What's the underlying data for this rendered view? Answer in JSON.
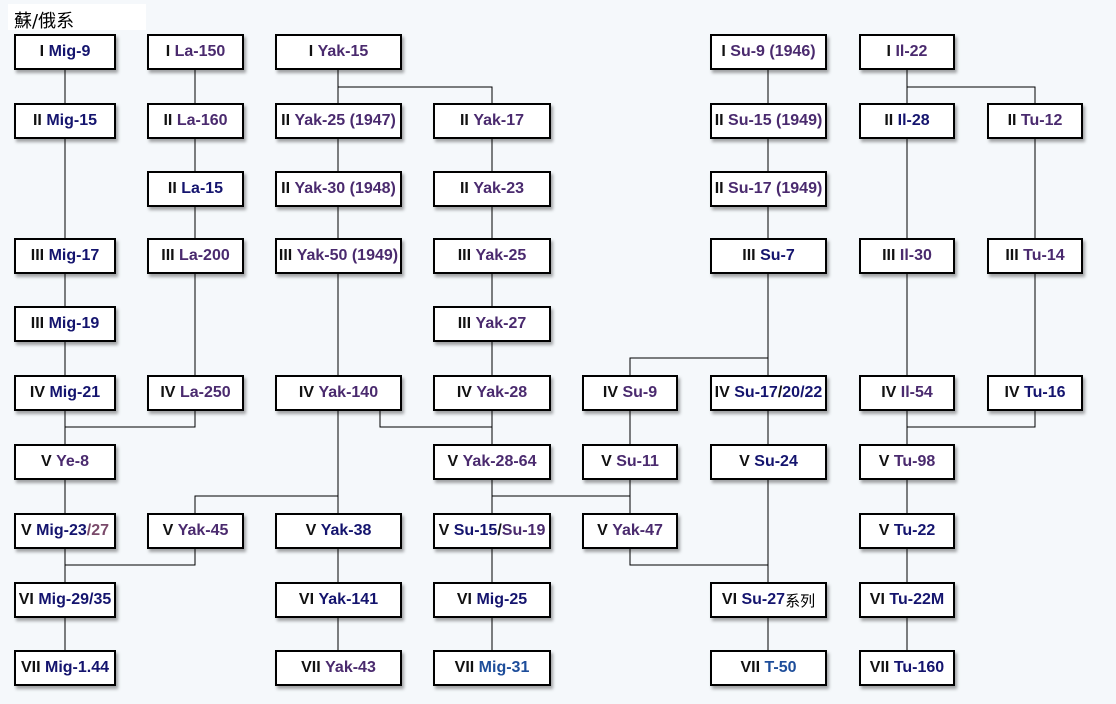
{
  "title": "蘇/俄系",
  "nodes": [
    {
      "id": "mig9",
      "gen": "I",
      "parts": [
        {
          "t": "Mig-9",
          "c": "navy"
        }
      ]
    },
    {
      "id": "la150",
      "gen": "I",
      "parts": [
        {
          "t": "La-150",
          "c": "purple"
        }
      ]
    },
    {
      "id": "yak15",
      "gen": "I",
      "parts": [
        {
          "t": "Yak-15",
          "c": "purple"
        }
      ]
    },
    {
      "id": "su9_46",
      "gen": "I",
      "parts": [
        {
          "t": "Su-9 (1946)",
          "c": "purple"
        }
      ]
    },
    {
      "id": "il22",
      "gen": "I",
      "parts": [
        {
          "t": "Il-22",
          "c": "purple"
        }
      ]
    },
    {
      "id": "mig15",
      "gen": "II",
      "parts": [
        {
          "t": "Mig-15",
          "c": "navy"
        }
      ]
    },
    {
      "id": "la160",
      "gen": "II",
      "parts": [
        {
          "t": "La-160",
          "c": "purple"
        }
      ]
    },
    {
      "id": "yak25_47",
      "gen": "II",
      "parts": [
        {
          "t": "Yak-25 (1947)",
          "c": "purple"
        }
      ]
    },
    {
      "id": "yak17",
      "gen": "II",
      "parts": [
        {
          "t": "Yak-17",
          "c": "purple"
        }
      ]
    },
    {
      "id": "su15_49",
      "gen": "II",
      "parts": [
        {
          "t": "Su-15 (1949)",
          "c": "purple"
        }
      ]
    },
    {
      "id": "il28",
      "gen": "II",
      "parts": [
        {
          "t": "Il-28",
          "c": "navy"
        }
      ]
    },
    {
      "id": "tu12",
      "gen": "II",
      "parts": [
        {
          "t": "Tu-12",
          "c": "purple"
        }
      ]
    },
    {
      "id": "la15",
      "gen": "II",
      "parts": [
        {
          "t": "La-15",
          "c": "navy"
        }
      ]
    },
    {
      "id": "yak30_48",
      "gen": "II",
      "parts": [
        {
          "t": "Yak-30 (1948)",
          "c": "purple"
        }
      ]
    },
    {
      "id": "yak23",
      "gen": "II",
      "parts": [
        {
          "t": "Yak-23",
          "c": "purple"
        }
      ]
    },
    {
      "id": "su17_49",
      "gen": "II",
      "parts": [
        {
          "t": "Su-17 (1949)",
          "c": "purple"
        }
      ]
    },
    {
      "id": "mig17",
      "gen": "III",
      "parts": [
        {
          "t": "Mig-17",
          "c": "navy"
        }
      ]
    },
    {
      "id": "la200",
      "gen": "III",
      "parts": [
        {
          "t": "La-200",
          "c": "purple"
        }
      ]
    },
    {
      "id": "yak50_49",
      "gen": "III",
      "parts": [
        {
          "t": "Yak-50 (1949)",
          "c": "purple"
        }
      ]
    },
    {
      "id": "yak25",
      "gen": "III",
      "parts": [
        {
          "t": "Yak-25",
          "c": "purple"
        }
      ]
    },
    {
      "id": "su7",
      "gen": "III",
      "parts": [
        {
          "t": "Su-7",
          "c": "navy"
        }
      ]
    },
    {
      "id": "il30",
      "gen": "III",
      "parts": [
        {
          "t": "Il-30",
          "c": "purple"
        }
      ]
    },
    {
      "id": "tu14",
      "gen": "III",
      "parts": [
        {
          "t": "Tu-14",
          "c": "purple"
        }
      ]
    },
    {
      "id": "mig19",
      "gen": "III",
      "parts": [
        {
          "t": "Mig-19",
          "c": "navy"
        }
      ]
    },
    {
      "id": "yak27",
      "gen": "III",
      "parts": [
        {
          "t": "Yak-27",
          "c": "purple"
        }
      ]
    },
    {
      "id": "mig21",
      "gen": "IV",
      "parts": [
        {
          "t": "Mig-21",
          "c": "navy"
        }
      ]
    },
    {
      "id": "la250",
      "gen": "IV",
      "parts": [
        {
          "t": "La-250",
          "c": "purple"
        }
      ]
    },
    {
      "id": "yak140",
      "gen": "IV",
      "parts": [
        {
          "t": "Yak-140",
          "c": "purple"
        }
      ]
    },
    {
      "id": "yak28",
      "gen": "IV",
      "parts": [
        {
          "t": "Yak-28",
          "c": "purple"
        }
      ]
    },
    {
      "id": "su9",
      "gen": "IV",
      "parts": [
        {
          "t": "Su-9",
          "c": "purple"
        }
      ]
    },
    {
      "id": "su17",
      "gen": "IV",
      "parts": [
        {
          "t": "Su-17",
          "c": "navy"
        },
        {
          "t": "/",
          "c": "sep"
        },
        {
          "t": "20/22",
          "c": "navy"
        }
      ]
    },
    {
      "id": "il54",
      "gen": "IV",
      "parts": [
        {
          "t": "Il-54",
          "c": "purple"
        }
      ]
    },
    {
      "id": "tu16",
      "gen": "IV",
      "parts": [
        {
          "t": "Tu-16",
          "c": "navy"
        }
      ]
    },
    {
      "id": "ye8",
      "gen": "V",
      "parts": [
        {
          "t": "Ye-8",
          "c": "purple"
        }
      ]
    },
    {
      "id": "yak2864",
      "gen": "V",
      "parts": [
        {
          "t": "Yak-28-64",
          "c": "purple"
        }
      ]
    },
    {
      "id": "su11",
      "gen": "V",
      "parts": [
        {
          "t": "Su-11",
          "c": "purple"
        }
      ]
    },
    {
      "id": "su24",
      "gen": "V",
      "parts": [
        {
          "t": "Su-24",
          "c": "navy"
        }
      ]
    },
    {
      "id": "tu98",
      "gen": "V",
      "parts": [
        {
          "t": "Tu-98",
          "c": "purple"
        }
      ]
    },
    {
      "id": "mig23",
      "gen": "V",
      "parts": [
        {
          "t": "Mig-23",
          "c": "navy"
        },
        {
          "t": "/27",
          "c": "ext"
        }
      ]
    },
    {
      "id": "yak45",
      "gen": "V",
      "parts": [
        {
          "t": "Yak-45",
          "c": "purple"
        }
      ]
    },
    {
      "id": "yak38",
      "gen": "V",
      "parts": [
        {
          "t": "Yak-38",
          "c": "navy"
        }
      ]
    },
    {
      "id": "su15su19",
      "gen": "V",
      "parts": [
        {
          "t": "Su-15",
          "c": "navy"
        },
        {
          "t": "/",
          "c": "sep"
        },
        {
          "t": "Su-19",
          "c": "purple"
        }
      ]
    },
    {
      "id": "yak47",
      "gen": "V",
      "parts": [
        {
          "t": "Yak-47",
          "c": "purple"
        }
      ]
    },
    {
      "id": "tu22",
      "gen": "V",
      "parts": [
        {
          "t": "Tu-22",
          "c": "navy"
        }
      ]
    },
    {
      "id": "mig29",
      "gen": "VI",
      "parts": [
        {
          "t": "Mig-29/35",
          "c": "navy"
        }
      ]
    },
    {
      "id": "yak141",
      "gen": "VI",
      "parts": [
        {
          "t": "Yak-141",
          "c": "navy"
        }
      ]
    },
    {
      "id": "mig25",
      "gen": "VI",
      "parts": [
        {
          "t": "Mig-25",
          "c": "navy"
        }
      ]
    },
    {
      "id": "su27",
      "gen": "VI",
      "parts": [
        {
          "t": "Su-27",
          "c": "navy"
        },
        {
          "t": "系列",
          "c": "sfx"
        }
      ]
    },
    {
      "id": "tu22m",
      "gen": "VI",
      "parts": [
        {
          "t": "Tu-22M",
          "c": "navy"
        }
      ]
    },
    {
      "id": "mig144",
      "gen": "VII",
      "parts": [
        {
          "t": "Mig-1.44",
          "c": "navy"
        }
      ]
    },
    {
      "id": "yak43",
      "gen": "VII",
      "parts": [
        {
          "t": "Yak-43",
          "c": "purple"
        }
      ]
    },
    {
      "id": "mig31",
      "gen": "VII",
      "parts": [
        {
          "t": "Mig-31",
          "c": "blue"
        }
      ]
    },
    {
      "id": "t50",
      "gen": "VII",
      "parts": [
        {
          "t": "T-50",
          "c": "blue"
        }
      ]
    },
    {
      "id": "tu160",
      "gen": "VII",
      "parts": [
        {
          "t": "Tu-160",
          "c": "navy"
        }
      ]
    }
  ]
}
